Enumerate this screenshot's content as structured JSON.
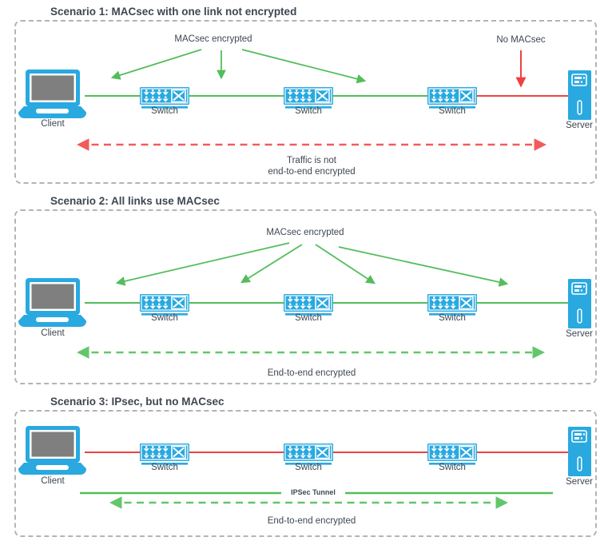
{
  "colors": {
    "device_blue": "#29a9e0",
    "screen_gray": "#7f7f7f",
    "green": "#53bd5a",
    "green_dash": "#61c76a",
    "red": "#f04141",
    "red_dash": "#f25b5b",
    "border_gray": "#b4b4b4",
    "text_dark": "#3e4751"
  },
  "scenario1": {
    "title": "Scenario 1: MACsec with one link not encrypted",
    "macsec_label": "MACsec encrypted",
    "no_macsec_label": "No MACsec",
    "traffic_note_line1": "Traffic is not",
    "traffic_note_line2": "end-to-end encrypted",
    "client": "Client",
    "switch": "Switch",
    "server": "Server"
  },
  "scenario2": {
    "title": "Scenario 2: All links use MACsec",
    "macsec_label": "MACsec encrypted",
    "note": "End-to-end encrypted",
    "client": "Client",
    "switch": "Switch",
    "server": "Server"
  },
  "scenario3": {
    "title": "Scenario 3: IPsec, but no MACsec",
    "tunnel_label": "IPSec Tunnel",
    "note": "End-to-end encrypted",
    "client": "Client",
    "switch": "Switch",
    "server": "Server"
  }
}
